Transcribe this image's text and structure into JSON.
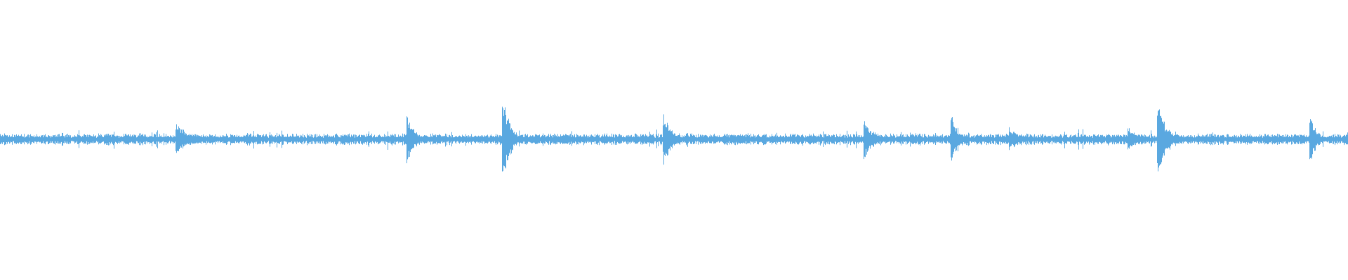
{
  "waveform": {
    "color": "#5aa8e0",
    "baseline_amplitude": 0.022,
    "transients": [
      {
        "position": 0.131,
        "amplitude": 0.055,
        "decay": 0.012
      },
      {
        "position": 0.302,
        "amplitude": 0.095,
        "decay": 0.006
      },
      {
        "position": 0.373,
        "amplitude": 0.19,
        "decay": 0.005
      },
      {
        "position": 0.492,
        "amplitude": 0.11,
        "decay": 0.006
      },
      {
        "position": 0.641,
        "amplitude": 0.095,
        "decay": 0.006
      },
      {
        "position": 0.706,
        "amplitude": 0.09,
        "decay": 0.006
      },
      {
        "position": 0.749,
        "amplitude": 0.045,
        "decay": 0.008
      },
      {
        "position": 0.837,
        "amplitude": 0.05,
        "decay": 0.006
      },
      {
        "position": 0.859,
        "amplitude": 0.16,
        "decay": 0.006
      },
      {
        "position": 0.972,
        "amplitude": 0.085,
        "decay": 0.005
      }
    ]
  }
}
